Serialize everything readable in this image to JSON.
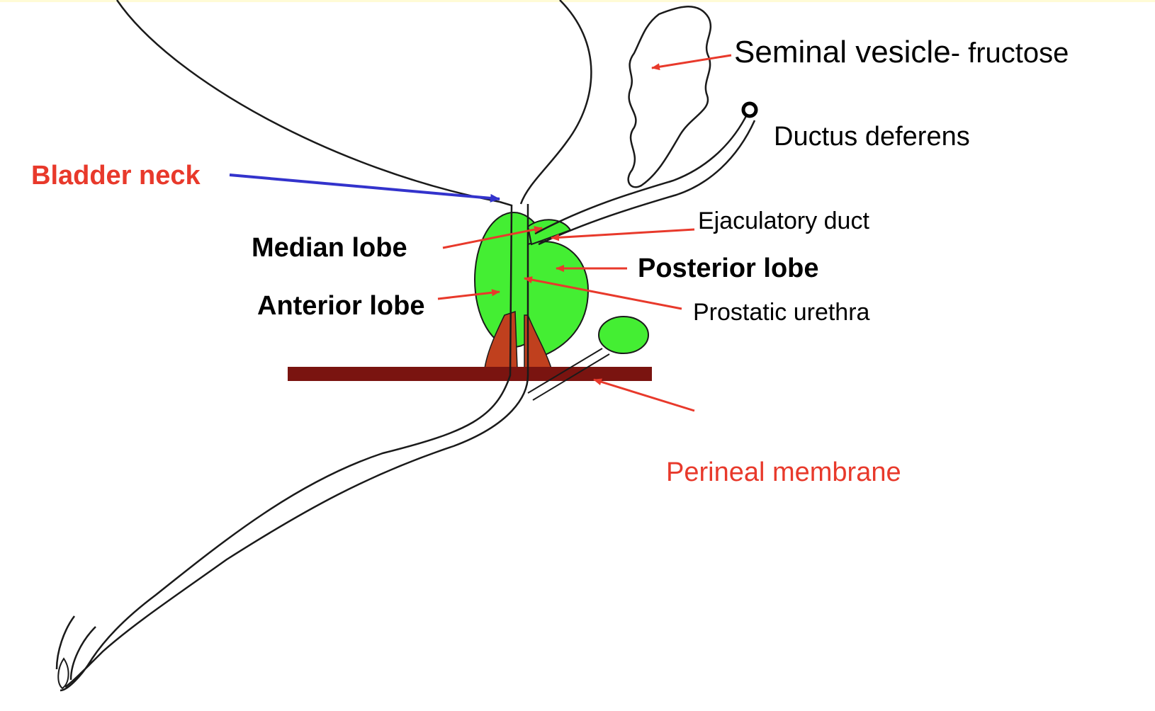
{
  "labels": {
    "seminal_vesicle": "Seminal vesicle",
    "seminal_vesicle_suffix": "- fructose",
    "ductus_deferens": "Ductus deferens",
    "bladder_neck": "Bladder neck",
    "ejaculatory_duct": "Ejaculatory duct",
    "median_lobe": "Median lobe",
    "posterior_lobe": "Posterior lobe",
    "anterior_lobe": "Anterior lobe",
    "prostatic_urethra": "Prostatic urethra",
    "perineal_membrane": "Perineal membrane"
  },
  "colors": {
    "lobe_fill": "#44ee33",
    "muscle_fill": "#c0401e",
    "membrane_fill": "#7a1410",
    "arrow_red": "#e8392b",
    "arrow_blue": "#3333cc",
    "outline": "#1a1a1a",
    "label_red": "#e8392b"
  }
}
